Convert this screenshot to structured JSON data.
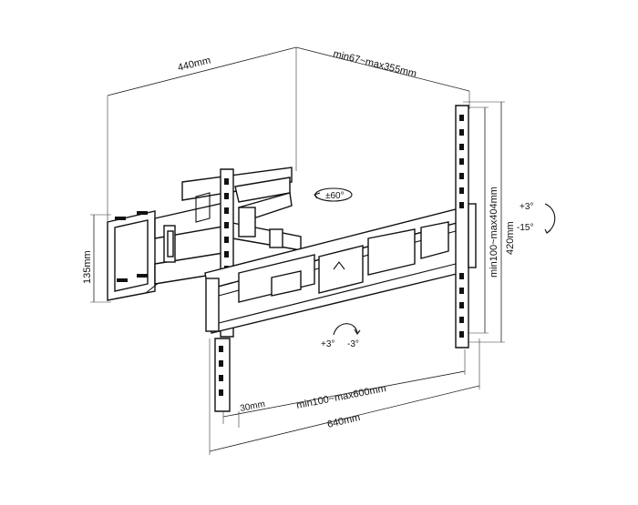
{
  "dimensions": {
    "depth_label": "440mm",
    "extension_label": "min67~max355mm",
    "plate_height_label": "135mm",
    "vertical_pattern_label": "min100~max404mm",
    "rail_height_label": "420mm",
    "offset_label": "30mm",
    "horizontal_pattern_label": "min100~max600mm",
    "arm_width_label": "640mm"
  },
  "rotation": {
    "swivel_label": "±60°",
    "tilt_up_label": "+3°",
    "tilt_down_label": "-15°",
    "level_plus_label": "+3°",
    "level_minus_label": "-3°"
  }
}
